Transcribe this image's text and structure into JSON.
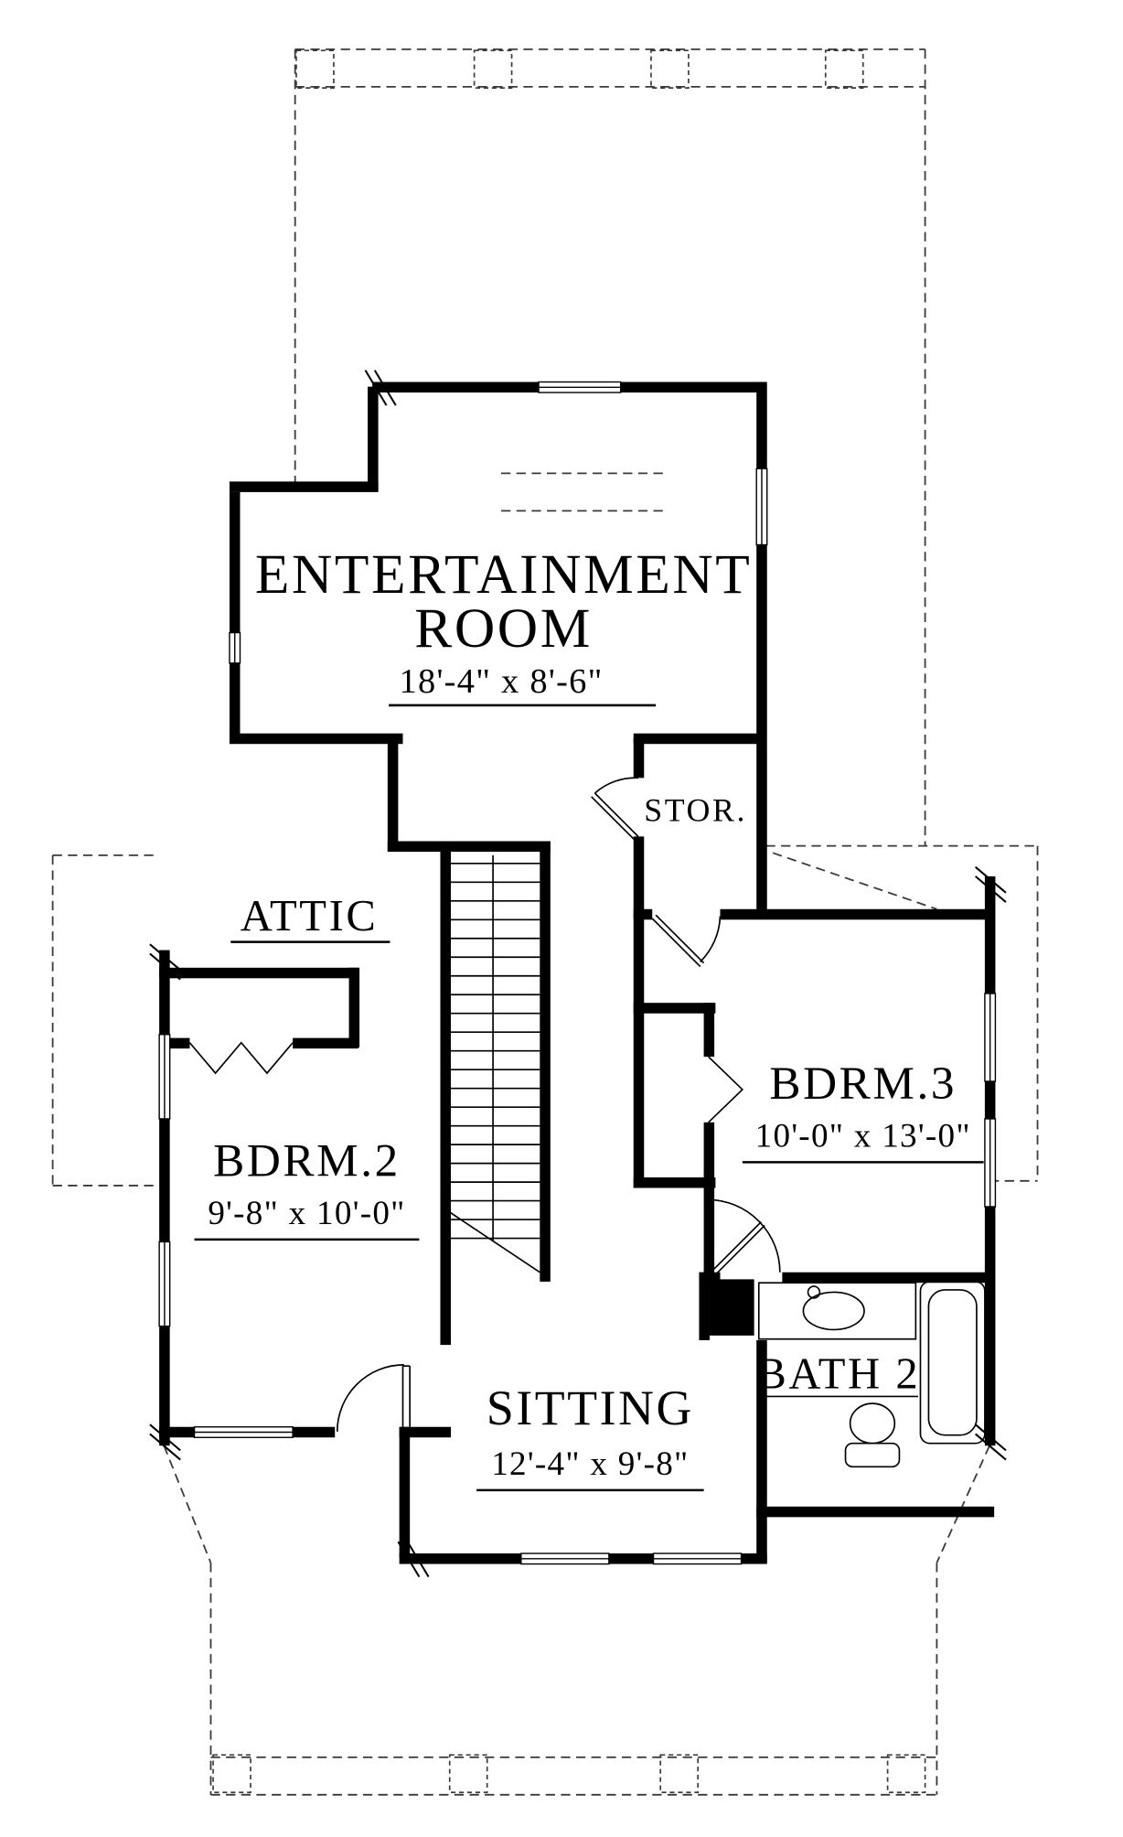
{
  "rooms": {
    "entertainment": {
      "line1": "ENTERTAINMENT",
      "line2": "ROOM",
      "dims": "18'-4\" x 8'-6\""
    },
    "storage": {
      "name": "STOR."
    },
    "attic": {
      "name": "ATTIC"
    },
    "bedroom2": {
      "name": "BDRM.2",
      "dims": "9'-8\" x 10'-0\""
    },
    "bedroom3": {
      "name": "BDRM.3",
      "dims": "10'-0\" x 13'-0\""
    },
    "sitting": {
      "name": "SITTING",
      "dims": "12'-4\" x 9'-8\""
    },
    "bath2": {
      "name": "BATH 2"
    }
  },
  "colors": {
    "ink": "#000000",
    "dashed_line": "#3a3a3a",
    "paper": "#ffffff"
  }
}
